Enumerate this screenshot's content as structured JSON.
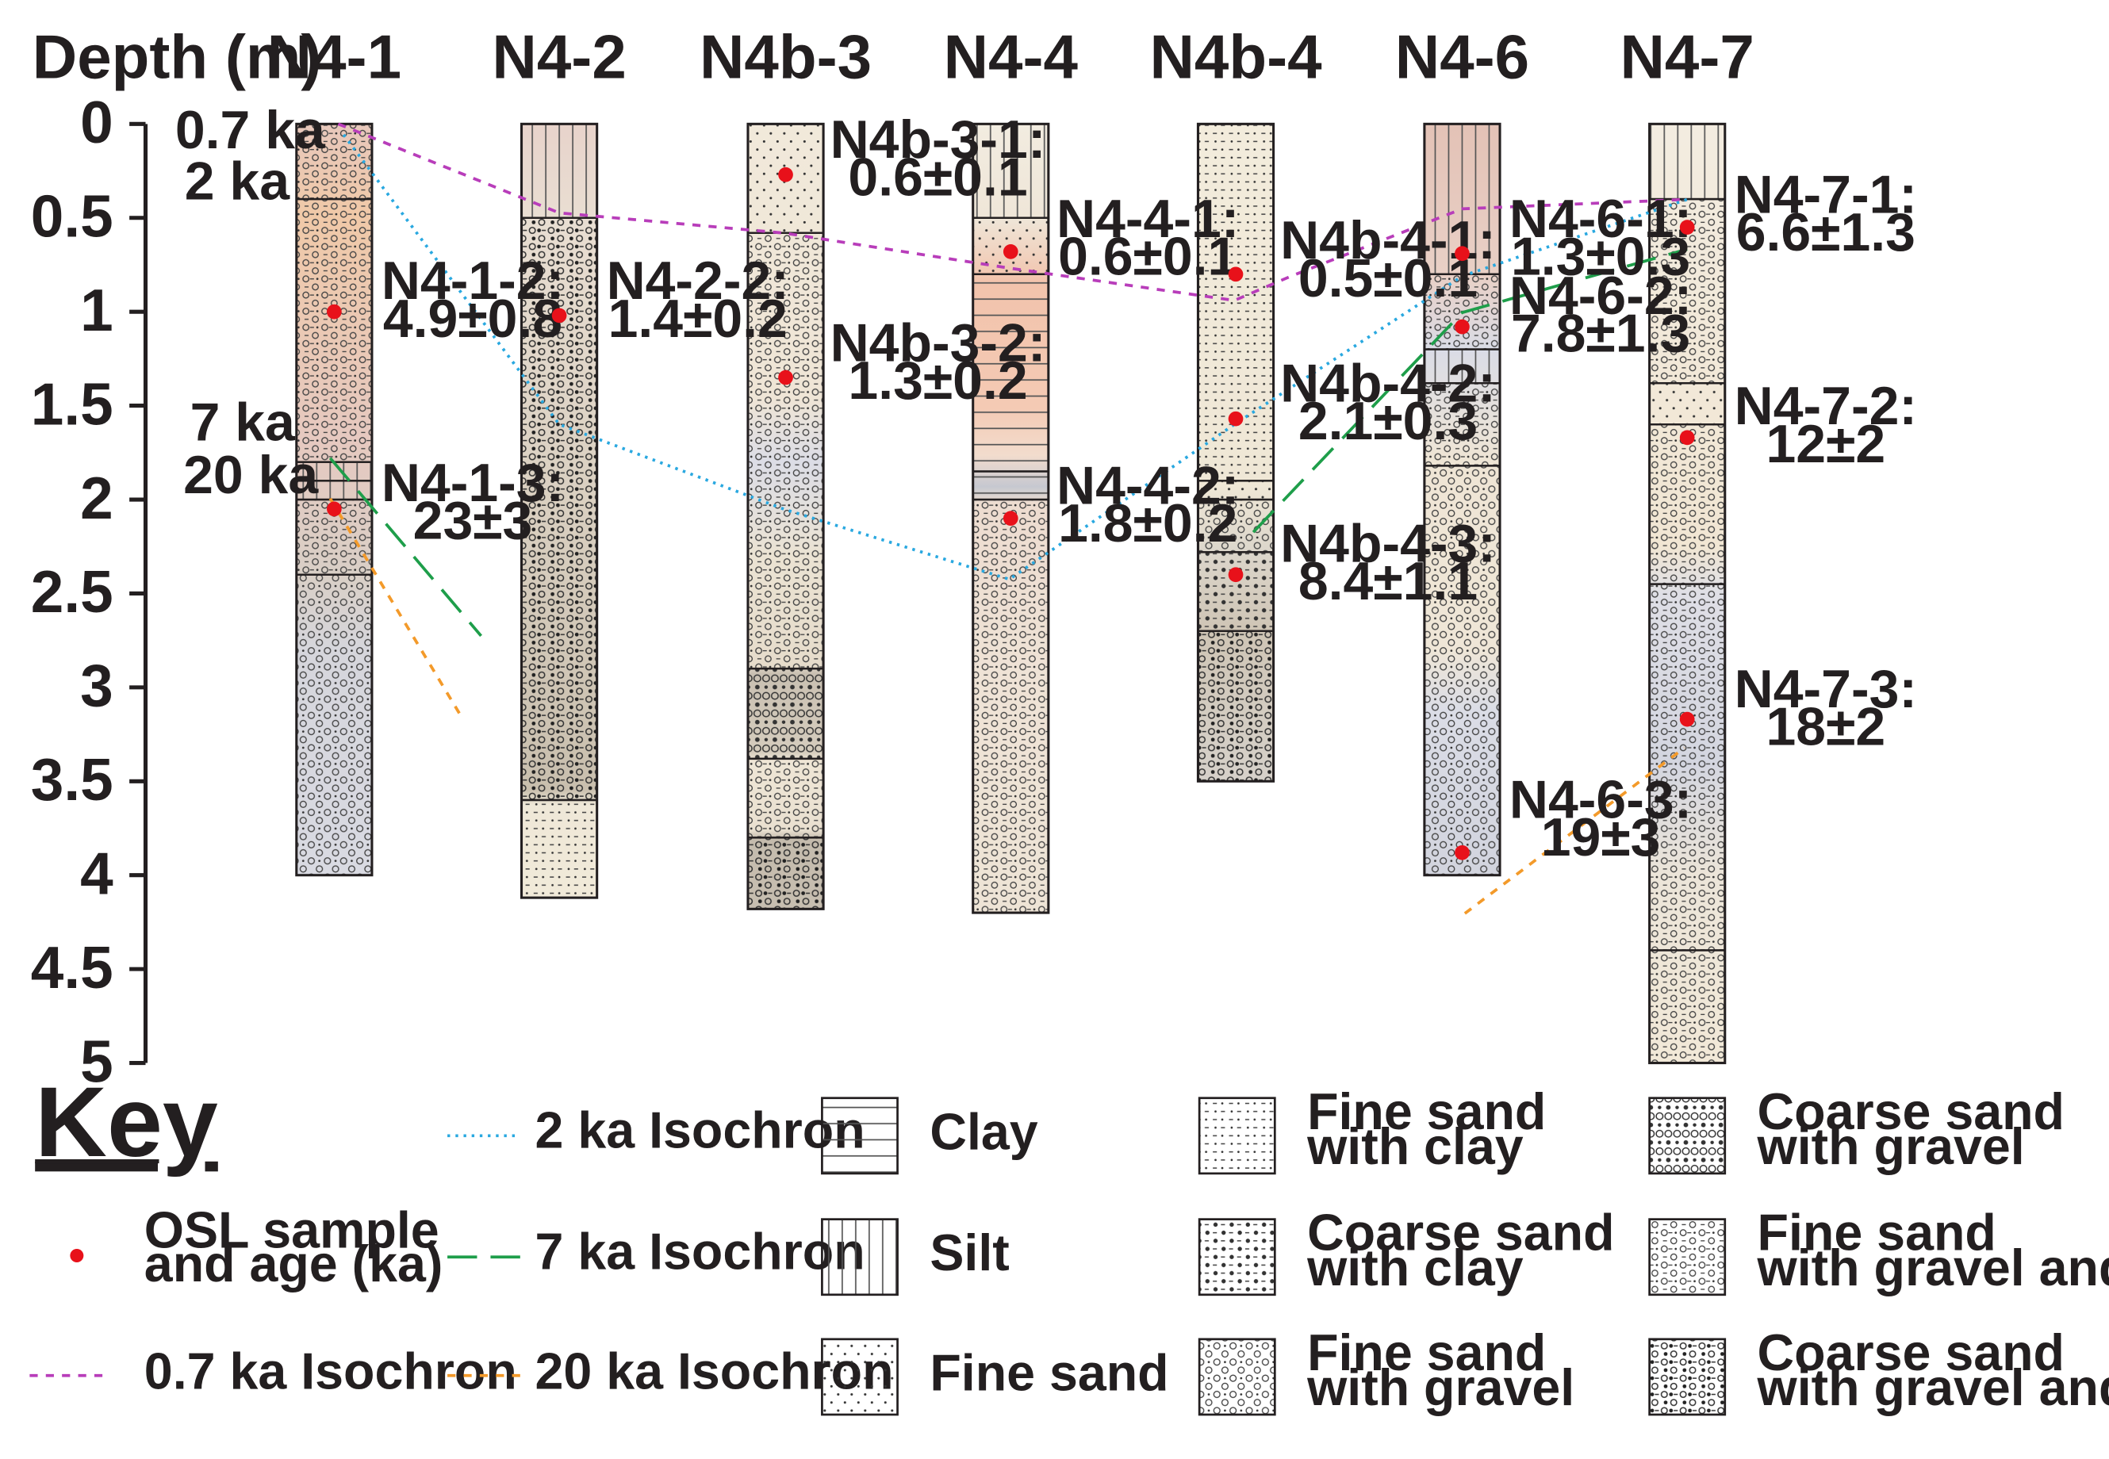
{
  "axis": {
    "title": "Depth (m)",
    "ticks": [
      "0",
      "0.5",
      "1",
      "1.5",
      "2",
      "2.5",
      "3",
      "3.5",
      "4",
      "4.5",
      "5"
    ],
    "max": 5
  },
  "colors": {
    "p07": "#b83dba",
    "p2": "#29a8e0",
    "p7": "#1e9e4a",
    "p20": "#f39a2a",
    "sample": "#e8111a",
    "ink": "#231f20"
  },
  "columns": [
    {
      "id": "N4-1",
      "bottom": 4.0,
      "layers": [
        {
          "top": 0,
          "bottom": 0.4,
          "litho": "fsand_gravel_clay"
        },
        {
          "top": 0.4,
          "bottom": 1.8,
          "litho": "fsand_gravel_clay"
        },
        {
          "top": 1.8,
          "bottom": 1.9,
          "litho": "silt"
        },
        {
          "top": 1.9,
          "bottom": 2.0,
          "litho": "silt"
        },
        {
          "top": 2.0,
          "bottom": 2.4,
          "litho": "fsand_gravel_clay"
        },
        {
          "top": 2.4,
          "bottom": 4.0,
          "litho": "fsand_gravel"
        }
      ]
    },
    {
      "id": "N4-2",
      "bottom": 4.12,
      "layers": [
        {
          "top": 0,
          "bottom": 0.5,
          "litho": "silt"
        },
        {
          "top": 0.5,
          "bottom": 3.6,
          "litho": "csand_gravel_clay"
        },
        {
          "top": 3.6,
          "bottom": 4.12,
          "litho": "fsand_clay"
        }
      ]
    },
    {
      "id": "N4b-3",
      "bottom": 4.18,
      "layers": [
        {
          "top": 0,
          "bottom": 0.58,
          "litho": "fine_sand"
        },
        {
          "top": 0.58,
          "bottom": 2.9,
          "litho": "fsand_gravel_clay"
        },
        {
          "top": 2.9,
          "bottom": 3.38,
          "litho": "csand_gravel"
        },
        {
          "top": 3.38,
          "bottom": 3.8,
          "litho": "fsand_gravel_clay"
        },
        {
          "top": 3.8,
          "bottom": 4.18,
          "litho": "csand_gravel_clay"
        }
      ]
    },
    {
      "id": "N4-4",
      "bottom": 4.2,
      "layers": [
        {
          "top": 0,
          "bottom": 0.5,
          "litho": "silt"
        },
        {
          "top": 0.5,
          "bottom": 0.8,
          "litho": "fine_sand"
        },
        {
          "top": 0.8,
          "bottom": 1.85,
          "litho": "clay"
        },
        {
          "top": 1.85,
          "bottom": 2.0,
          "litho": "clay"
        },
        {
          "top": 2.0,
          "bottom": 4.2,
          "litho": "fsand_gravel_clay"
        }
      ]
    },
    {
      "id": "N4b-4",
      "bottom": 3.5,
      "layers": [
        {
          "top": 0,
          "bottom": 1.9,
          "litho": "fsand_clay"
        },
        {
          "top": 1.9,
          "bottom": 2.0,
          "litho": "fine_sand"
        },
        {
          "top": 2.0,
          "bottom": 2.28,
          "litho": "fsand_gravel"
        },
        {
          "top": 2.28,
          "bottom": 2.7,
          "litho": "csand_clay"
        },
        {
          "top": 2.7,
          "bottom": 3.5,
          "litho": "csand_gravel_clay"
        }
      ]
    },
    {
      "id": "N4-6",
      "bottom": 4.0,
      "layers": [
        {
          "top": 0,
          "bottom": 0.8,
          "litho": "silt"
        },
        {
          "top": 0.8,
          "bottom": 1.2,
          "litho": "fsand_gravel_clay"
        },
        {
          "top": 1.2,
          "bottom": 1.38,
          "litho": "silt"
        },
        {
          "top": 1.38,
          "bottom": 1.82,
          "litho": "fsand_gravel_clay"
        },
        {
          "top": 1.82,
          "bottom": 4.0,
          "litho": "fsand_gravel"
        }
      ]
    },
    {
      "id": "N4-7",
      "bottom": 5.0,
      "layers": [
        {
          "top": 0,
          "bottom": 0.4,
          "litho": "silt"
        },
        {
          "top": 0.4,
          "bottom": 1.38,
          "litho": "fsand_gravel_clay"
        },
        {
          "top": 1.38,
          "bottom": 1.6,
          "litho": "fine_sand"
        },
        {
          "top": 1.6,
          "bottom": 2.45,
          "litho": "fsand_gravel_clay"
        },
        {
          "top": 2.45,
          "bottom": 4.4,
          "litho": "fsand_gravel_clay"
        },
        {
          "top": 4.4,
          "bottom": 5.0,
          "litho": "fsand_gravel_clay"
        }
      ]
    }
  ],
  "samples": [
    {
      "col": 0,
      "depth": 1.0,
      "label": "N4-1-2:",
      "age": "4.9±0.8"
    },
    {
      "col": 0,
      "depth": 2.05,
      "label": "N4-1-3:",
      "age": "23±3"
    },
    {
      "col": 1,
      "depth": 1.02,
      "label": "N4-2-2:",
      "age": "1.4±0.2"
    },
    {
      "col": 2,
      "depth": 0.27,
      "label": "N4b-3-1:",
      "age": "0.6±0.1"
    },
    {
      "col": 2,
      "depth": 1.35,
      "label": "N4b-3-2:",
      "age": "1.3±0.2"
    },
    {
      "col": 3,
      "depth": 0.68,
      "label": "N4-4-1:",
      "age": "0.6±0.1"
    },
    {
      "col": 3,
      "depth": 2.1,
      "label": "N4-4-2:",
      "age": "1.8±0.2"
    },
    {
      "col": 4,
      "depth": 0.8,
      "label": "N4b-4-1:",
      "age": "0.5±0.1"
    },
    {
      "col": 4,
      "depth": 1.57,
      "label": "N4b-4-2:",
      "age": "2.1±0.3"
    },
    {
      "col": 4,
      "depth": 2.4,
      "label": "N4b-4-3:",
      "age": "8.4±1.1"
    },
    {
      "col": 5,
      "depth": 0.69,
      "label": "N4-6-1:",
      "age": "1.3±0.3"
    },
    {
      "col": 5,
      "depth": 1.08,
      "label": "N4-6-2:",
      "age": "7.8±1.3"
    },
    {
      "col": 5,
      "depth": 3.88,
      "label": "N4-6-3:",
      "age": "19±3"
    },
    {
      "col": 6,
      "depth": 0.55,
      "label": "N4-7-1:",
      "age": "6.6±1.3"
    },
    {
      "col": 6,
      "depth": 1.67,
      "label": "N4-7-2:",
      "age": "12±2"
    },
    {
      "col": 6,
      "depth": 3.17,
      "label": "N4-7-3:",
      "age": "18±2"
    }
  ],
  "isochron_tags": [
    {
      "text": "0.7 ka",
      "color": "#b83dba"
    },
    {
      "text": "2 ka",
      "color": "#29a8e0"
    },
    {
      "text": "7 ka",
      "color": "#1e9e4a"
    },
    {
      "text": "20 ka",
      "color": "#f39a2a"
    }
  ],
  "key": {
    "title": "Key",
    "osl": [
      "OSL sample",
      "and age (ka)"
    ],
    "lines": [
      {
        "label": "2 ka Isochron",
        "color": "#29a8e0"
      },
      {
        "label": "7 ka Isochron",
        "color": "#1e9e4a"
      },
      {
        "label": "0.7 ka Isochron",
        "color": "#b83dba"
      },
      {
        "label": "20 ka Isochron",
        "color": "#f39a2a"
      }
    ],
    "lithologies": [
      {
        "litho": "clay",
        "text": [
          "Clay"
        ]
      },
      {
        "litho": "silt",
        "text": [
          "Silt"
        ]
      },
      {
        "litho": "fine_sand",
        "text": [
          "Fine sand"
        ]
      },
      {
        "litho": "fsand_clay",
        "text": [
          "Fine sand",
          "with clay"
        ]
      },
      {
        "litho": "csand_clay",
        "text": [
          "Coarse sand",
          "with clay"
        ]
      },
      {
        "litho": "fsand_gravel",
        "text": [
          "Fine sand",
          "with gravel"
        ]
      },
      {
        "litho": "csand_gravel",
        "text": [
          "Coarse sand",
          "with gravel"
        ]
      },
      {
        "litho": "fsand_gravel_clay",
        "text": [
          "Fine sand",
          "with gravel and clay"
        ]
      },
      {
        "litho": "csand_gravel_clay",
        "text": [
          "Coarse sand",
          "with gravel and clay"
        ]
      }
    ]
  }
}
